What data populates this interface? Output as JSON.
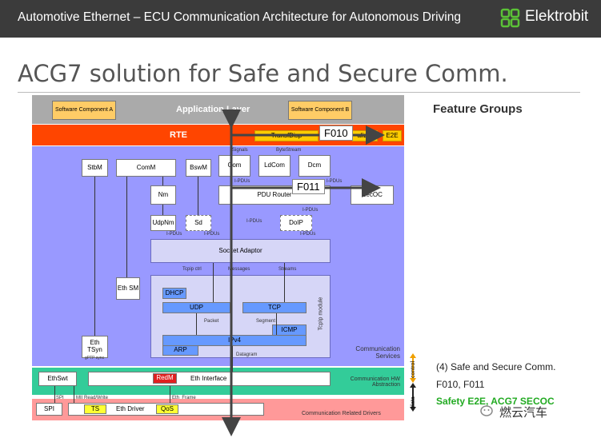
{
  "header": {
    "title": "Automotive Ethernet – ECU Communication Architecture for Autonomous Driving",
    "brand": "Elektrobit"
  },
  "slide": {
    "title": "ACG7 solution for Safe and Secure Comm."
  },
  "diagram": {
    "app_layer": "Application Layer",
    "swc_a": "Software Component A",
    "swc_b": "Software Component B",
    "rte": "RTE",
    "transf": "TransfDisp",
    "serialize": "alizer",
    "e2e": "E2E",
    "f010": "F010",
    "f011": "F011",
    "stbm": "StbM",
    "comm": "ComM",
    "bswm": "BswM",
    "com": "Com",
    "ldcom": "LdCom",
    "dcm": "Dcm",
    "nm": "Nm",
    "pdur": "PDU Router",
    "secoc": "SecOC",
    "udpnm": "UdpNm",
    "sd": "Sd",
    "doip": "DoIP",
    "socket": "Socket Adaptor",
    "ethsm": "Eth SM",
    "dhcp": "DHCP",
    "udp": "UDP",
    "tcp": "TCP",
    "icmp": "ICMP",
    "ip": "IPv4",
    "arp": "ARP",
    "tcpip_module": "TcpIp module",
    "ethtsyn": "Eth TSyn",
    "comm_services": "Communication Services",
    "ethswt": "EthSwt",
    "redm": "RedM",
    "eth_interface": "Eth Interface",
    "hw_abstraction": "Communication HW Abstraction",
    "spi": "SPI",
    "ts": "TS",
    "eth_driver": "Eth Driver",
    "qos": "QoS",
    "drivers": "Communication Related Drivers",
    "control": "control",
    "data": "data",
    "small_labels": {
      "signals": "Signals",
      "bytestream": "ByteStream",
      "ipdus1": "I-PDUs",
      "ipdus2": "I-PDUs",
      "ipdus3": "I-PDUs",
      "ipdus4": "I-PDUs",
      "ipdus5": "I-PDUs",
      "ipdus6": "I-PDUs",
      "ipdus7": "I-PDUs",
      "tcpip_ctrl": "Tcpip ctrl",
      "messages": "Messages",
      "streams": "Streams",
      "packet": "Packet",
      "segment": "Segment",
      "datagram": "Datagram",
      "spi_small": "SPI",
      "mii": "MII Read/Write",
      "eth_frame": "Eth_Frame",
      "gtsync": "gPTP sync"
    }
  },
  "feature_groups": {
    "title": "Feature Groups",
    "line1": "(4) Safe and Secure Comm.",
    "line2": "F010, F011",
    "line3": "Safety E2E, ACG7 SECOC"
  },
  "watermark": "燃云汽车",
  "colors": {
    "topbar": "#3b3b3b",
    "rte": "#ff4500",
    "services": "#9999ff",
    "hw_abstraction": "#33cc99",
    "drivers": "#ff9999",
    "app_layer": "#aaaaaa",
    "swc": "#ffcc66",
    "feature_green": "#22aa22",
    "brand_green": "#5bc236"
  }
}
